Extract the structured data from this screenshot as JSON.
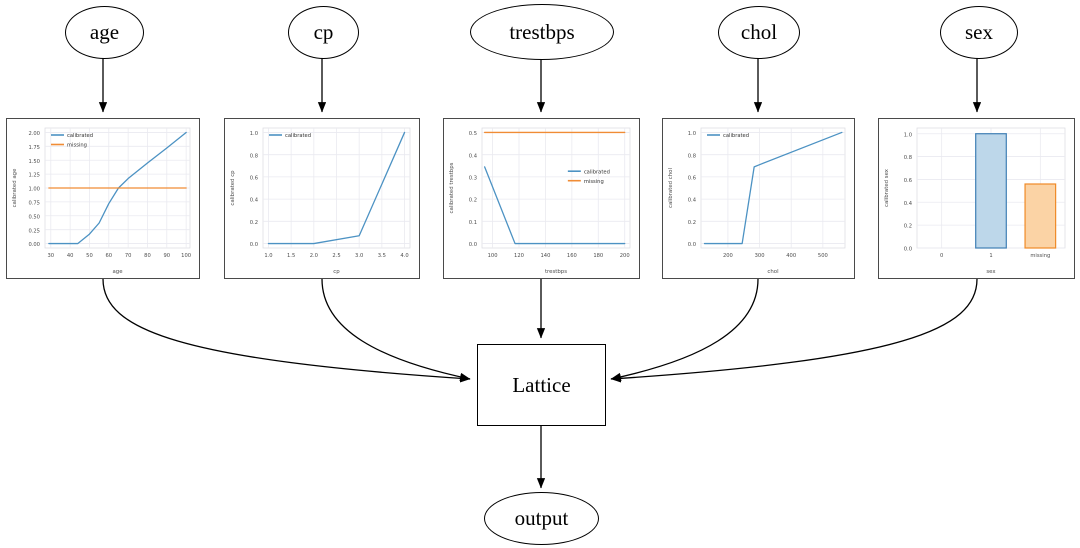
{
  "diagram": {
    "type": "calibrated-lattice-model-graph",
    "inputs": [
      {
        "id": "age",
        "label": "age"
      },
      {
        "id": "cp",
        "label": "cp"
      },
      {
        "id": "trestbps",
        "label": "trestbps"
      },
      {
        "id": "chol",
        "label": "chol"
      },
      {
        "id": "sex",
        "label": "sex"
      }
    ],
    "lattice_label": "Lattice",
    "output_label": "output",
    "edge_color": "#000000"
  },
  "colors": {
    "calibrated_line": "#4c92c3",
    "missing_line": "#f08c35",
    "bar_blue_fill": "#bdd7ea",
    "bar_blue_edge": "#3f7fb5",
    "bar_orange_fill": "#fbd3a5",
    "bar_orange_edge": "#ef8a27",
    "grid": "#eaeaf0",
    "axis_text": "#4d4d4d",
    "panel_border": "#4a4a4a"
  },
  "chart_data": [
    {
      "id": "age",
      "type": "line",
      "title": "",
      "xlabel": "age",
      "ylabel": "calibrated age",
      "xlim": [
        27,
        102
      ],
      "ylim": [
        -0.08,
        2.08
      ],
      "xticks": [
        30,
        40,
        50,
        60,
        70,
        80,
        90,
        100
      ],
      "yticks": [
        0.0,
        0.25,
        0.5,
        0.75,
        1.0,
        1.25,
        1.5,
        1.75,
        2.0
      ],
      "ytick_labels": [
        "0.00",
        "0.25",
        "0.50",
        "0.75",
        "1.00",
        "1.25",
        "1.50",
        "1.75",
        "2.00"
      ],
      "xtick_labels": [
        "30",
        "40",
        "50",
        "60",
        "70",
        "80",
        "90",
        "100"
      ],
      "legend": [
        "calibrated",
        "missing"
      ],
      "legend_position": "upper-left",
      "grid": true,
      "series": [
        {
          "name": "calibrated",
          "color": "#4c92c3",
          "x": [
            29,
            44,
            50,
            55,
            60,
            65,
            70,
            80,
            90,
            100
          ],
          "y": [
            0.0,
            0.0,
            0.17,
            0.37,
            0.72,
            1.0,
            1.17,
            1.45,
            1.72,
            2.0
          ]
        },
        {
          "name": "missing",
          "color": "#f08c35",
          "x": [
            29,
            100
          ],
          "y": [
            1.0,
            1.0
          ]
        }
      ]
    },
    {
      "id": "cp",
      "type": "line",
      "title": "",
      "xlabel": "cp",
      "ylabel": "calibrated cp",
      "xlim": [
        0.88,
        4.12
      ],
      "ylim": [
        -0.04,
        1.04
      ],
      "xticks": [
        1.0,
        1.5,
        2.0,
        2.5,
        3.0,
        3.5,
        4.0
      ],
      "yticks": [
        0.0,
        0.2,
        0.4,
        0.6,
        0.8,
        1.0
      ],
      "xtick_labels": [
        "1.0",
        "1.5",
        "2.0",
        "2.5",
        "3.0",
        "3.5",
        "4.0"
      ],
      "ytick_labels": [
        "0.0",
        "0.2",
        "0.4",
        "0.6",
        "0.8",
        "1.0"
      ],
      "legend": [
        "calibrated"
      ],
      "legend_position": "upper-left",
      "grid": true,
      "series": [
        {
          "name": "calibrated",
          "color": "#4c92c3",
          "x": [
            1.0,
            2.0,
            3.0,
            4.0
          ],
          "y": [
            0.0,
            0.0,
            0.07,
            1.0
          ]
        }
      ]
    },
    {
      "id": "trestbps",
      "type": "line",
      "title": "",
      "xlabel": "trestbps",
      "ylabel": "calibrated trestbps",
      "xlim": [
        92,
        204
      ],
      "ylim": [
        -0.02,
        0.52
      ],
      "xticks": [
        100,
        120,
        140,
        160,
        180,
        200
      ],
      "yticks": [
        0.0,
        0.1,
        0.2,
        0.3,
        0.4,
        0.5
      ],
      "xtick_labels": [
        "100",
        "120",
        "140",
        "160",
        "180",
        "200"
      ],
      "ytick_labels": [
        "0.0",
        "0.1",
        "0.2",
        "0.3",
        "0.4",
        "0.5"
      ],
      "legend": [
        "calibrated",
        "missing"
      ],
      "legend_position": "center-right",
      "grid": true,
      "series": [
        {
          "name": "calibrated",
          "color": "#4c92c3",
          "x": [
            94,
            117,
            140,
            170,
            200
          ],
          "y": [
            0.345,
            0.0,
            0.0,
            0.0,
            0.0
          ]
        },
        {
          "name": "missing",
          "color": "#f08c35",
          "x": [
            94,
            200
          ],
          "y": [
            0.5,
            0.5
          ]
        }
      ]
    },
    {
      "id": "chol",
      "type": "line",
      "title": "",
      "xlabel": "chol",
      "ylabel": "calibrated chol",
      "xlim": [
        115,
        570
      ],
      "ylim": [
        -0.04,
        1.04
      ],
      "xticks": [
        200,
        300,
        400,
        500
      ],
      "yticks": [
        0.0,
        0.2,
        0.4,
        0.6,
        0.8,
        1.0
      ],
      "xtick_labels": [
        "200",
        "300",
        "400",
        "500"
      ],
      "ytick_labels": [
        "0.0",
        "0.2",
        "0.4",
        "0.6",
        "0.8",
        "1.0"
      ],
      "legend": [
        "calibrated"
      ],
      "legend_position": "upper-left",
      "grid": true,
      "series": [
        {
          "name": "calibrated",
          "color": "#4c92c3",
          "x": [
            126,
            245,
            283,
            300,
            560
          ],
          "y": [
            0.0,
            0.0,
            0.69,
            0.71,
            1.0
          ]
        }
      ]
    },
    {
      "id": "sex",
      "type": "bar",
      "title": "",
      "xlabel": "sex",
      "ylabel": "calibrated sex",
      "categories": [
        "0",
        "1",
        "missing"
      ],
      "values": [
        0.0,
        1.0,
        0.56
      ],
      "ylim": [
        0.0,
        1.05
      ],
      "yticks": [
        0.0,
        0.2,
        0.4,
        0.6,
        0.8,
        1.0
      ],
      "ytick_labels": [
        "0.0",
        "0.2",
        "0.4",
        "0.6",
        "0.8",
        "1.0"
      ],
      "bar_fills": [
        "#bdd7ea",
        "#bdd7ea",
        "#fbd3a5"
      ],
      "bar_edges": [
        "#3f7fb5",
        "#3f7fb5",
        "#ef8a27"
      ],
      "grid": true,
      "legend": []
    }
  ]
}
